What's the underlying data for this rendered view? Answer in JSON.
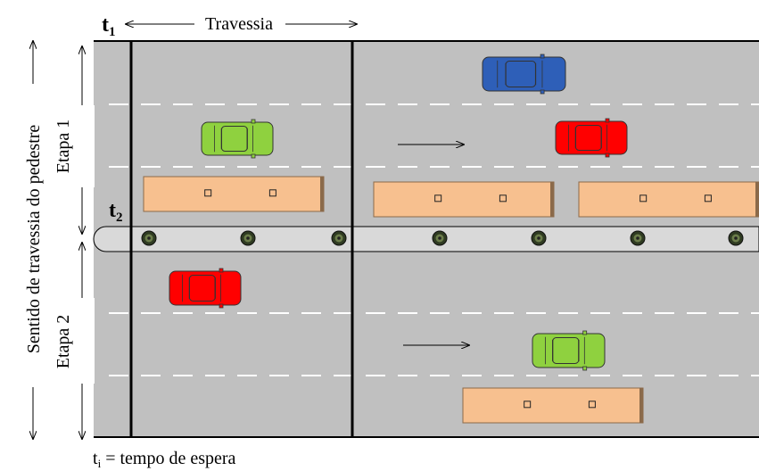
{
  "labels": {
    "t1_base": "t",
    "t1_sub": "1",
    "t2_base": "t",
    "t2_sub": "2",
    "crossing": "Travessia",
    "side_direction": "Sentido de travessia do pedestre",
    "stage1": "Etapa 1",
    "stage2": "Etapa 2",
    "legend_base": "t",
    "legend_sub": "i",
    "legend_text": " = tempo de espera"
  },
  "colors": {
    "road": "#c0c0c0",
    "median": "#d9d9d9",
    "lane_marking": "#ffffff",
    "bus": "#f7c08f",
    "bus_edge": "#8b6a4a",
    "car_red": "#ff0000",
    "car_green": "#8fd13f",
    "car_blue": "#2e5fb8",
    "tree": "#3a4a2a"
  },
  "vehicles": [
    {
      "kind": "car",
      "color": "blue",
      "zone": "stage-1-far-lane"
    },
    {
      "kind": "car",
      "color": "green",
      "zone": "stage-1-middle-lane"
    },
    {
      "kind": "car",
      "color": "red",
      "zone": "stage-1-middle-lane"
    },
    {
      "kind": "bus",
      "zone": "stage-1-near-lane"
    },
    {
      "kind": "bus",
      "zone": "stage-1-near-lane"
    },
    {
      "kind": "bus",
      "zone": "stage-1-near-lane"
    },
    {
      "kind": "car",
      "color": "red",
      "zone": "stage-2-near-lane"
    },
    {
      "kind": "car",
      "color": "green",
      "zone": "stage-2-middle-lane"
    },
    {
      "kind": "bus",
      "zone": "stage-2-far-lane"
    }
  ],
  "trees": 7,
  "traffic_arrows": 2
}
